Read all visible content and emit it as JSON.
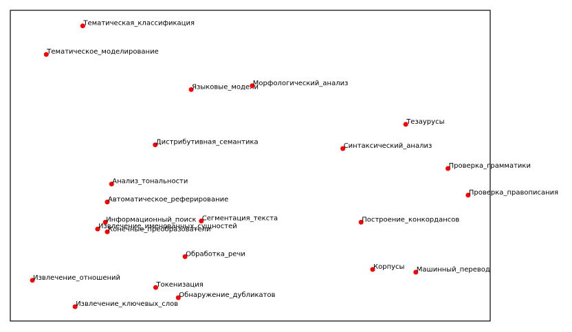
{
  "chart_data": {
    "type": "scatter",
    "title": "",
    "xlabel": "",
    "ylabel": "",
    "grid": false,
    "axes_ticks": false,
    "xlim": [
      0,
      1
    ],
    "ylim": [
      0,
      1
    ],
    "marker_color": "#ff0000",
    "frame_color": "#000000",
    "points": [
      {
        "label": "Тематическая_классификация",
        "x": 0.151,
        "y": 0.95
      },
      {
        "label": "Тематическое_моделирование",
        "x": 0.075,
        "y": 0.858
      },
      {
        "label": "Языковые_модели",
        "x": 0.377,
        "y": 0.745
      },
      {
        "label": "Морфологический_анализ",
        "x": 0.504,
        "y": 0.757
      },
      {
        "label": "Тезаурусы",
        "x": 0.824,
        "y": 0.633
      },
      {
        "label": "Дистрибутивная_семантика",
        "x": 0.302,
        "y": 0.567
      },
      {
        "label": "Синтаксический_анализ",
        "x": 0.693,
        "y": 0.555
      },
      {
        "label": "Проверка_грамматики",
        "x": 0.912,
        "y": 0.491
      },
      {
        "label": "Проверка_правописания",
        "x": 0.954,
        "y": 0.405
      },
      {
        "label": "Анализ_тональности",
        "x": 0.211,
        "y": 0.441
      },
      {
        "label": "Автоматическое_реферирование",
        "x": 0.202,
        "y": 0.383
      },
      {
        "label": "Информационный_поиск",
        "x": 0.198,
        "y": 0.318
      },
      {
        "label": "Сегментация_текста",
        "x": 0.398,
        "y": 0.322
      },
      {
        "label": "Построение_конкордансов",
        "x": 0.731,
        "y": 0.318
      },
      {
        "label": "Извлечение_именованных_сущностей",
        "x": 0.182,
        "y": 0.296
      },
      {
        "label": "Конечные_преобразователи",
        "x": 0.202,
        "y": 0.287
      },
      {
        "label": "Обработка_речи",
        "x": 0.364,
        "y": 0.207
      },
      {
        "label": "Корпусы",
        "x": 0.755,
        "y": 0.166
      },
      {
        "label": "Машинный_перевод",
        "x": 0.845,
        "y": 0.157
      },
      {
        "label": "Извлечение_отношений",
        "x": 0.046,
        "y": 0.131
      },
      {
        "label": "Токенизация",
        "x": 0.303,
        "y": 0.108
      },
      {
        "label": "Обнаружение_дубликатов",
        "x": 0.35,
        "y": 0.075
      },
      {
        "label": "Извлечение_ключевых_слов",
        "x": 0.135,
        "y": 0.046
      }
    ]
  }
}
